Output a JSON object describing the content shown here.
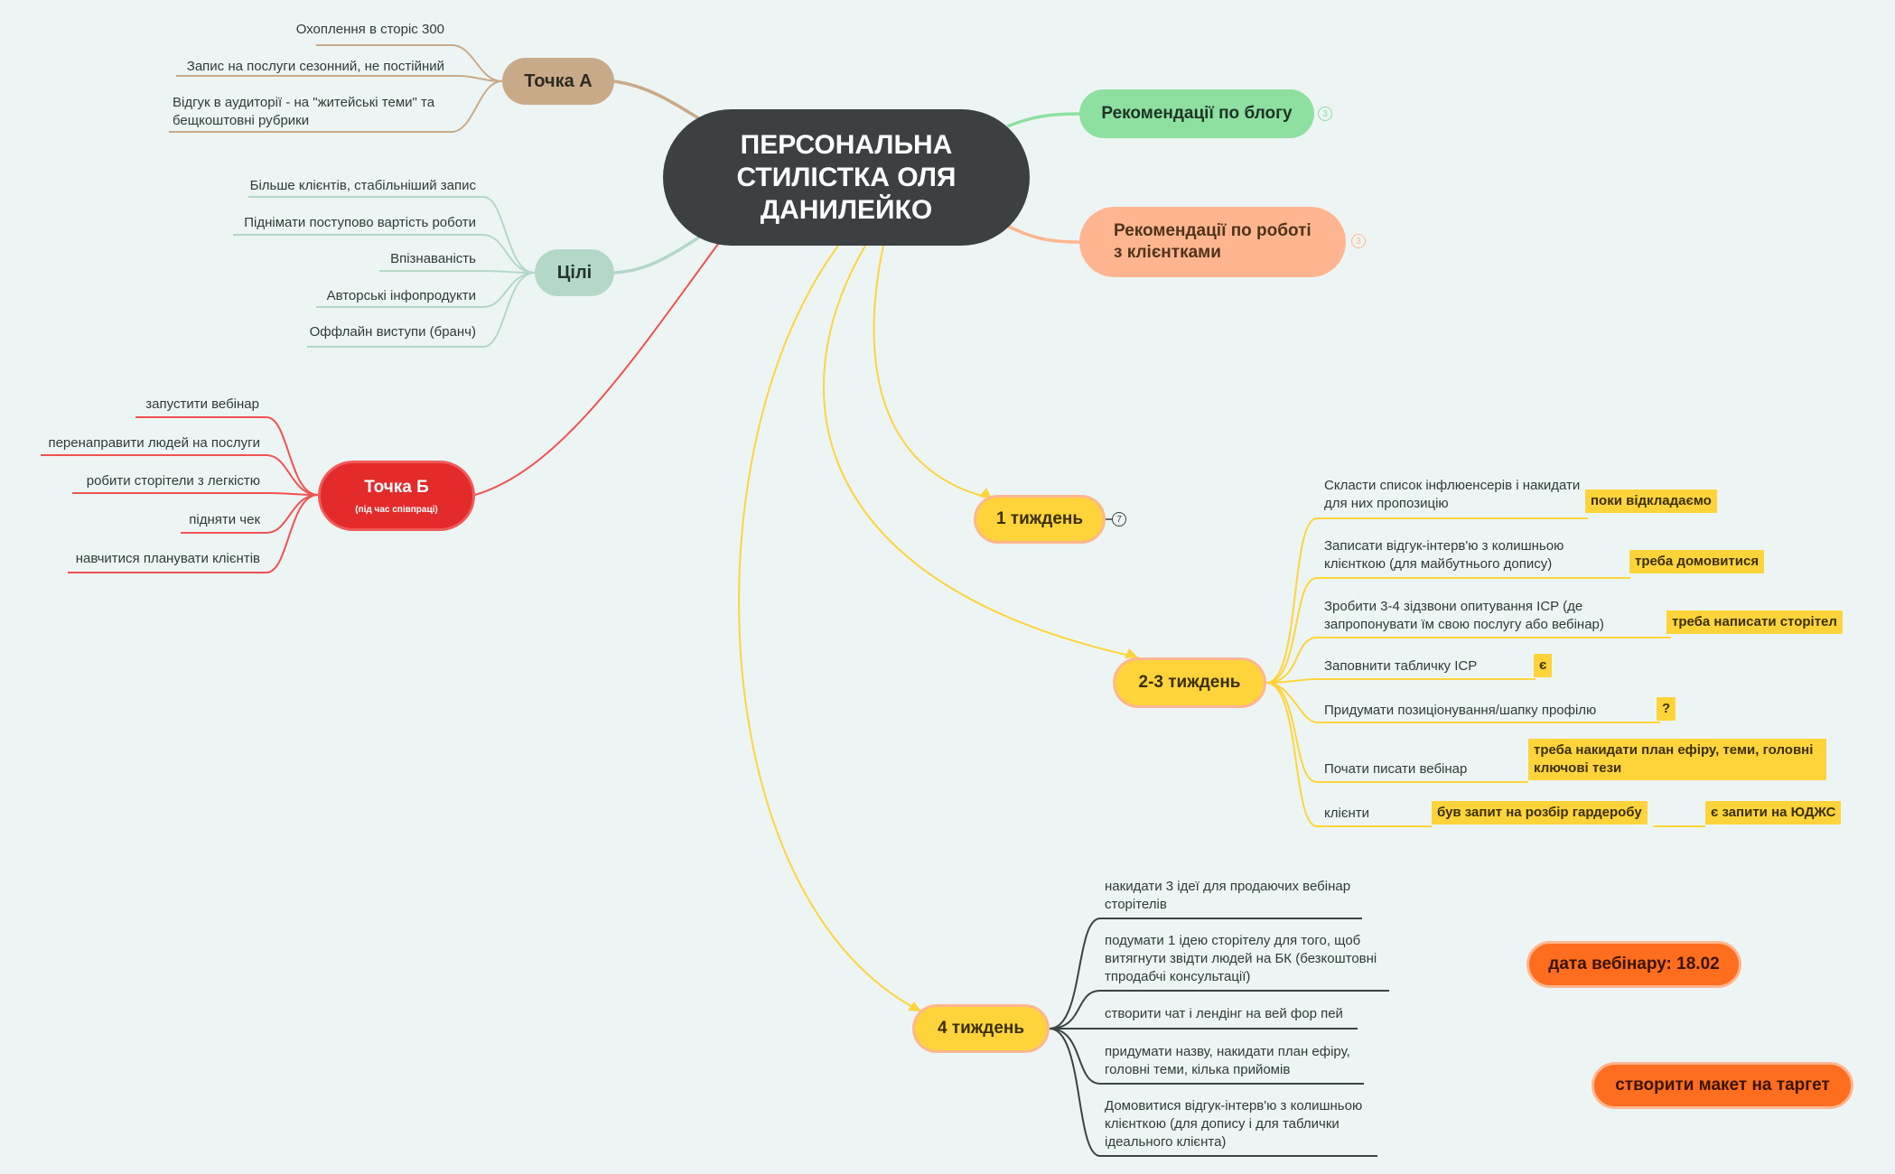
{
  "central": {
    "line1": "ПЕРСОНАЛЬНА",
    "line2": "СТИЛІСТКА ОЛЯ",
    "line3": "ДАНИЛЕЙКО"
  },
  "point_a": {
    "label": "Точка А",
    "items": [
      "Охоплення в сторіс 300",
      "Запис на послуги сезонний, не постійний",
      "Відгук в аудиторії - на \"житейські теми\" та бещкоштовні рубрики"
    ]
  },
  "goals": {
    "label": "Цілі",
    "items": [
      "Більше клієнтів, стабільніший запис",
      "Піднімати поступово вартість роботи",
      "Впізнаваність",
      "Авторські інфопродукти",
      "Оффлайн виступи (бранч)"
    ]
  },
  "point_b": {
    "label": "Точка Б",
    "sublabel": "(під час співпраці)",
    "items": [
      "запустити вебінар",
      "перенаправити людей на послуги",
      "робити сторітели з легкістю",
      "підняти чек",
      "навчитися планувати клієнтів"
    ]
  },
  "blog": {
    "label": "Рекомендації по блогу",
    "count": "3"
  },
  "clients_rec": {
    "line1": "Рекомендації по роботі",
    "line2": "з клієнтками",
    "count": "3"
  },
  "week1": {
    "label": "1 тиждень",
    "count": "7"
  },
  "week23": {
    "label": "2-3 тиждень",
    "items": [
      {
        "text": "Скласти список інфлюенсерів і накидати для них пропозицію",
        "tag": "поки відкладаємо"
      },
      {
        "text": "Записати відгук-інтерв'ю з колишньою клієнткою (для майбутнього допису)",
        "tag": "треба домовитися"
      },
      {
        "text": "Зробити 3-4 зідзвони опитування ICP (де запропонувати їм свою послугу або вебінар)",
        "tag": "треба написати сторітел"
      },
      {
        "text": "Заповнити табличку ICP",
        "tag": "є"
      },
      {
        "text": "Придумати позиціонування/шапку профілю",
        "tag": "?"
      },
      {
        "text": "Почати писати вебінар",
        "tag": "треба накидати план ефіру, теми, головні ключові тези"
      },
      {
        "text": "клієнти",
        "tag": "був запит на розбір гардеробу",
        "tag2": "є запити на ЮДЖС"
      }
    ]
  },
  "week4": {
    "label": "4 тиждень",
    "items": [
      "накидати 3 ідеї для продаючих вебінар сторітелів",
      "подумати 1 ідею сторітелу для того, щоб витягнути звідти людей на БК (безкоштовні тпродабчі консультації)",
      "створити чат і лендінг на вей фор пей",
      "придумати назву, накидати план ефіру, головні теми, кілька прийомів",
      "Домовитися відгук-інтерв'ю з колишньою клієнткою (для  допису і для таблички ідеального клієнта)"
    ]
  },
  "webinar_date": "дата вебінару: 18.02",
  "ad_mockup": "створити макет на таргет"
}
